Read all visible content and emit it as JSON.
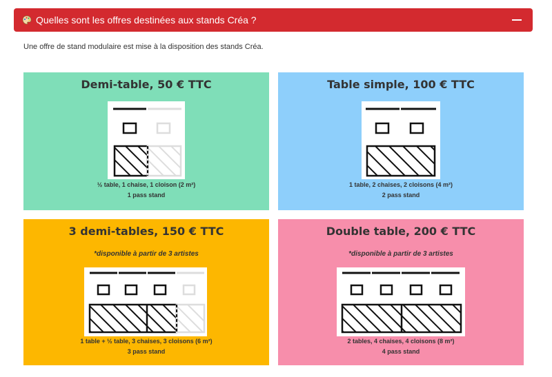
{
  "faq": {
    "question": "Quelles sont les offres destinées aux stands Créa ?",
    "icon": "palette-icon",
    "toggle_icon": "minus-icon",
    "header_color": "#d32a2f",
    "intro": "Une offre de stand modulaire est mise à la disposition des stands Créa."
  },
  "offers": [
    {
      "title": "Demi-table, 50 € TTC",
      "note": "",
      "caption_line1": "½ table, 1 chaise, 1 cloison (2 m²)",
      "caption_line2": "1 pass stand",
      "color": "#7fdeb8"
    },
    {
      "title": "Table simple, 100 € TTC",
      "note": "",
      "caption_line1": "1 table, 2 chaises, 2 cloisons (4 m²)",
      "caption_line2": "2 pass stand",
      "color": "#8ecffb"
    },
    {
      "title": "3 demi-tables, 150 € TTC",
      "note": "*disponible à partir de 3 artistes",
      "caption_line1": "1 table + ½ table, 3 chaises, 3 cloisons (6 m²)",
      "caption_line2": "3 pass stand",
      "color": "#fdb700"
    },
    {
      "title": "Double table, 200 € TTC",
      "note": "*disponible à partir de 3 artistes",
      "caption_line1": "2 tables, 4 chaises, 4 cloisons (8 m²)",
      "caption_line2": "4 pass stand",
      "color": "#f78eab"
    }
  ]
}
